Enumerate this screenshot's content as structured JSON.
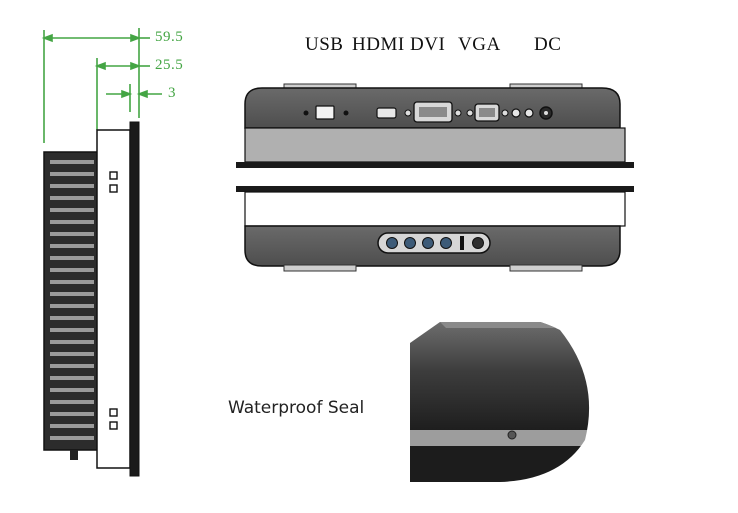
{
  "dimensions": {
    "overall": "59.5",
    "front": "25.5",
    "bezel": "3"
  },
  "ports": {
    "usb": "USB",
    "hdmi": "HDMI",
    "dvi": "DVI",
    "vga": "VGA",
    "dc": "DC"
  },
  "callout": {
    "label": "Waterproof Seal"
  },
  "colors": {
    "dimension_line": "#44a544",
    "housing": "#5a5a5a",
    "panel": "#b0b0b0",
    "outline": "#111111"
  }
}
